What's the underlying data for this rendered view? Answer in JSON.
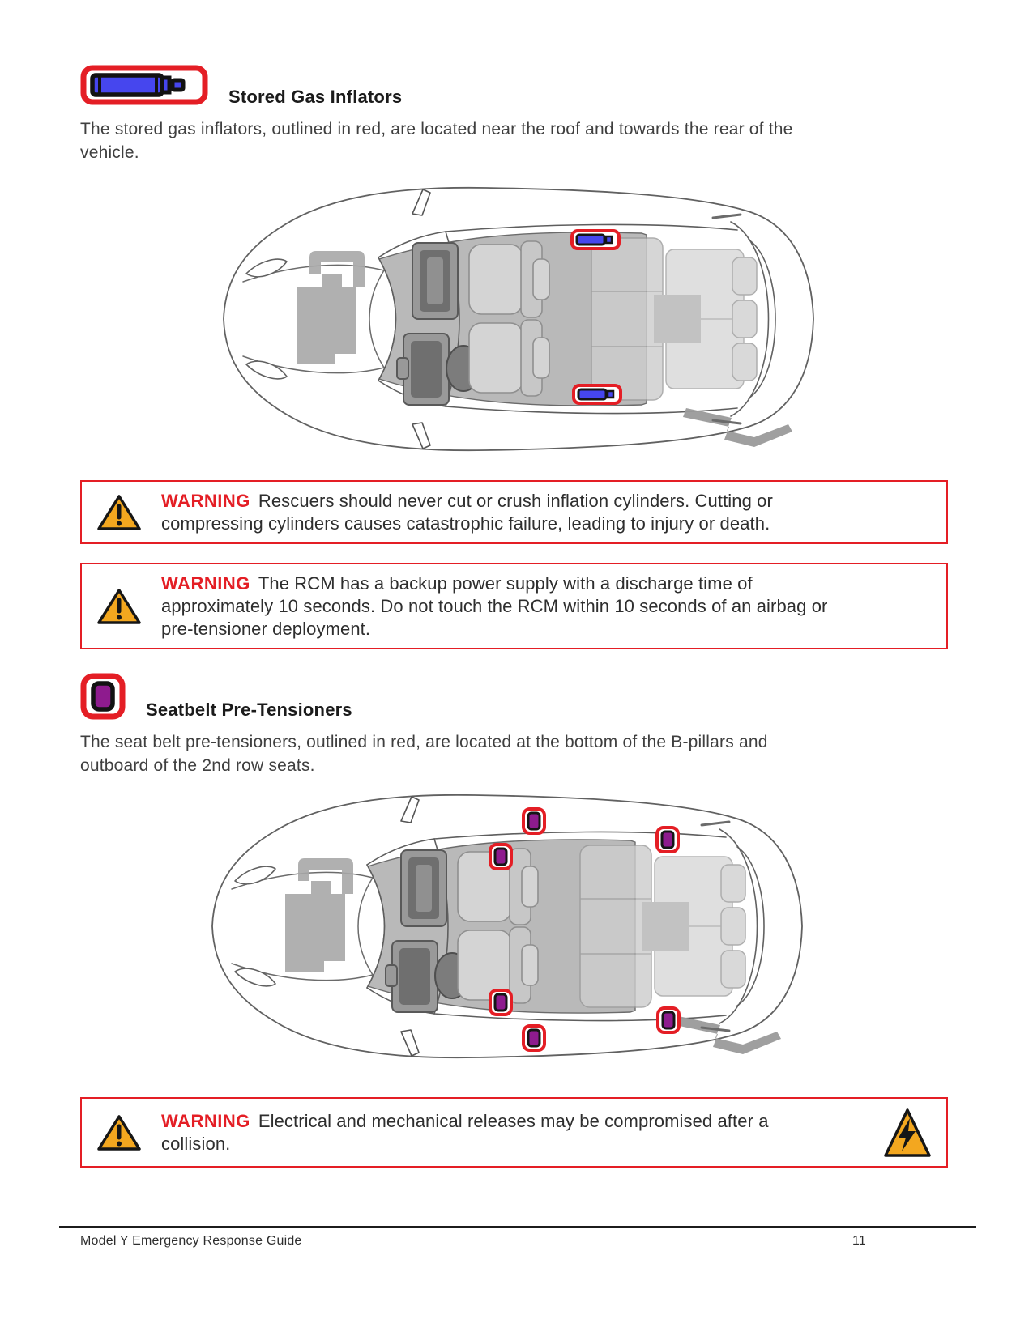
{
  "sections": {
    "gas_inflators": {
      "icon": "gas-cylinder-icon",
      "title": "Stored Gas Inflators",
      "body": "The stored gas inflators, outlined in red, are located near the roof and towards the rear of the\nvehicle.",
      "figure_alt": "Top view of vehicle with two stored gas inflators outlined in red near the roof towards the rear",
      "marker_count": 2
    },
    "pretensioners": {
      "icon": "pretensioner-icon",
      "title": "Seatbelt Pre-Tensioners",
      "body": "The seat belt pre-tensioners, outlined in red, are located at the bottom of the B-pillars and\noutboard of the 2nd row seats.",
      "figure_alt": "Top view of vehicle with six seat belt pre-tensioners outlined in red at the B-pillars and outboard of the 2nd row seats",
      "marker_count": 6
    }
  },
  "warnings": [
    {
      "label": "WARNING",
      "text": "Rescuers should never cut or crush inflation cylinders. Cutting or\ncompressing cylinders causes catastrophic failure, leading to injury or death.",
      "left_icon": "warning-triangle-icon"
    },
    {
      "label": "WARNING",
      "text": "The RCM has a backup power supply with a discharge time of\napproximately 10 seconds. Do not touch the RCM within 10 seconds of an airbag or\npre-tensioner deployment.",
      "left_icon": "warning-triangle-icon"
    },
    {
      "label": "WARNING",
      "text": "Electrical and mechanical releases may be compromised after a\ncollision.",
      "left_icon": "warning-triangle-icon",
      "right_icon": "high-voltage-icon"
    }
  ],
  "footer": {
    "title": "Model Y Emergency Response Guide",
    "page_number": "11"
  },
  "colors": {
    "outline_red": "#e41e25",
    "inflator_blue": "#4646ee",
    "pretensioner_purple": "#8e1b8e",
    "warning_amber": "#f3a71f"
  }
}
